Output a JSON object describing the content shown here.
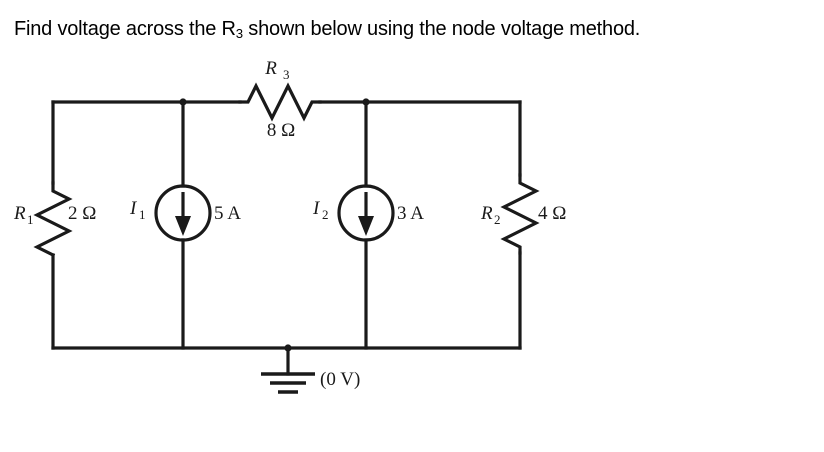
{
  "problem": {
    "prompt_prefix": "Find voltage across the R",
    "prompt_subscript": "3",
    "prompt_suffix": " shown below using the node voltage method."
  },
  "circuit": {
    "title": "node-voltage-circuit",
    "line_color": "#1a1a1a",
    "background": "#ffffff",
    "components": {
      "r1": {
        "name": "R",
        "subscript": "1",
        "value": "2 Ω",
        "orientation": "vertical",
        "position": "left-branch"
      },
      "r2": {
        "name": "R",
        "subscript": "2",
        "value": "4 Ω",
        "orientation": "vertical",
        "position": "right-branch"
      },
      "r3": {
        "name": "R",
        "subscript": "3",
        "value": "8 Ω",
        "orientation": "horizontal",
        "position": "top-rail"
      },
      "i1": {
        "name": "I",
        "subscript": "1",
        "value": "5 A",
        "direction": "down",
        "position": "second-branch"
      },
      "i2": {
        "name": "I",
        "subscript": "2",
        "value": "3 A",
        "direction": "down",
        "position": "third-branch"
      },
      "ground": {
        "label": "(0 V)",
        "position": "bottom-rail"
      }
    }
  }
}
